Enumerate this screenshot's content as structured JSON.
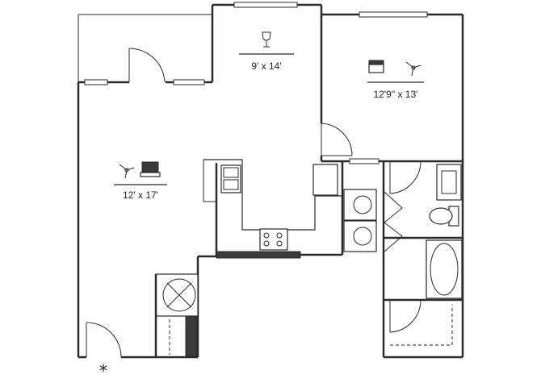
{
  "rooms": {
    "dining": {
      "dimensions": "9' x 14'",
      "icon": "wine-glass-icon"
    },
    "bedroom": {
      "dimensions": "12'9\" x 13'",
      "icons": [
        "bed-icon",
        "ceiling-fan-icon"
      ]
    },
    "living": {
      "dimensions": "12' x 17'",
      "icons": [
        "ceiling-fan-icon",
        "tv-icon"
      ]
    }
  },
  "marker": "*",
  "colors": {
    "wall": "#2a2a2a",
    "background": "#ffffff",
    "fill_dark": "#3a3a3a"
  }
}
